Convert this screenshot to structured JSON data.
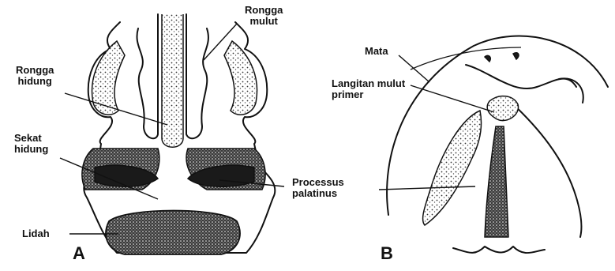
{
  "figure_a": {
    "panel_label": "A",
    "labels": {
      "rongga_mulut": [
        "Rongga",
        "mulut"
      ],
      "rongga_hidung": [
        "Rongga",
        "hidung"
      ],
      "sekat_hidung": [
        "Sekat",
        "hidung"
      ],
      "lidah": "Lidah",
      "processus_palatinus": [
        "Processus",
        "palatinus"
      ]
    }
  },
  "figure_b": {
    "panel_label": "B",
    "labels": {
      "mata": "Mata",
      "langitan_mulut_primer": [
        "Langitan mulut",
        "primer"
      ]
    }
  }
}
